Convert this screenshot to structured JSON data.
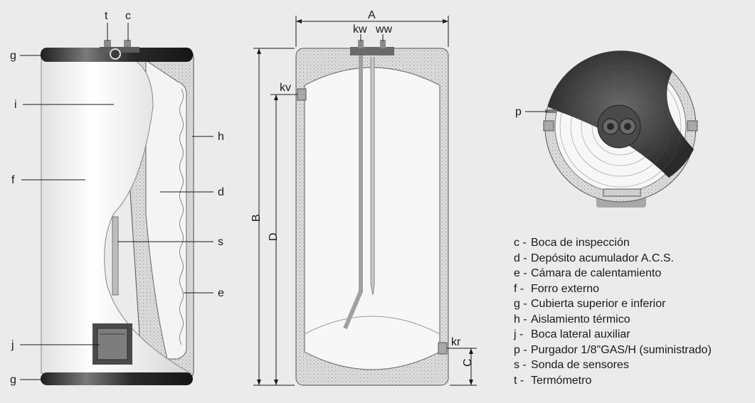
{
  "diagram": {
    "side_view_labels": {
      "t": "t",
      "c": "c",
      "g_top": "g",
      "i": "i",
      "f": "f",
      "h": "h",
      "d": "d",
      "s": "s",
      "e": "e",
      "j": "j",
      "g_bottom": "g"
    },
    "section_view_labels": {
      "A": "A",
      "kw": "kw",
      "ww": "ww",
      "kv": "kv",
      "B": "B",
      "D": "D",
      "kr": "kr",
      "C": "C"
    },
    "top_view_labels": {
      "p": "p"
    }
  },
  "legend": [
    {
      "code": "c -",
      "text": "Boca de inspección"
    },
    {
      "code": "d -",
      "text": "Depósito acumulador A.C.S."
    },
    {
      "code": "e -",
      "text": "Cámara de calentamiento"
    },
    {
      "code": "f -",
      "text": "Forro externo"
    },
    {
      "code": "g -",
      "text": "Cubierta superior e inferior"
    },
    {
      "code": "h -",
      "text": "Aislamiento térmico"
    },
    {
      "code": "j -",
      "text": "Boca lateral auxiliar"
    },
    {
      "code": "p -",
      "text": "Purgador 1/8\"GAS/H (suministrado)"
    },
    {
      "code": "s -",
      "text": "Sonda de sensores"
    },
    {
      "code": "t -",
      "text": "Termómetro"
    }
  ],
  "colors": {
    "background": "#ebebeb",
    "insulation": "#d9d9d9",
    "tank_fill": "#f7f7f7",
    "cover": "#2a2a2a",
    "pipe": "#9a9a9a",
    "line": "#1a1a1a"
  }
}
